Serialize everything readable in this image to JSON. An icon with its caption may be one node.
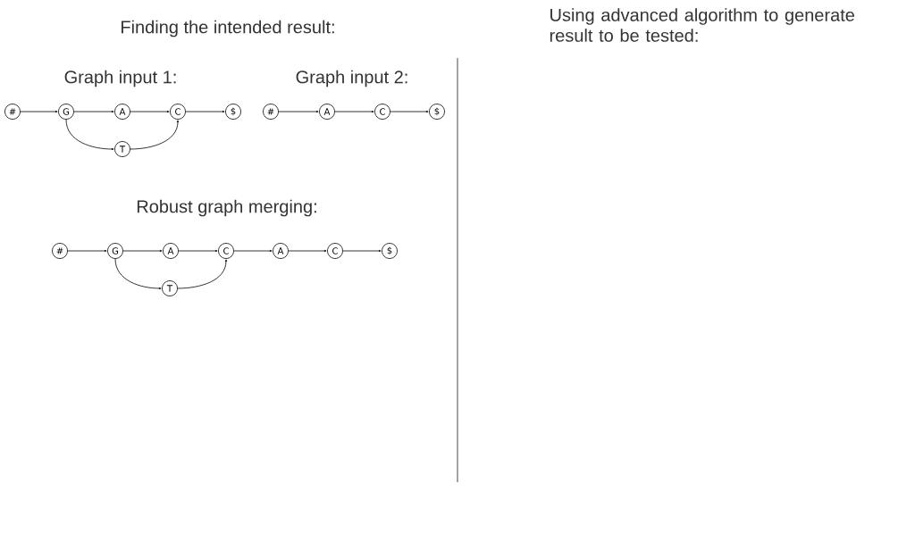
{
  "diagram": {
    "nodes": [
      {
        "text": [
          "#"
        ]
      },
      {
        "text": [
          "G"
        ]
      },
      {
        "text": [
          "A"
        ]
      },
      {
        "text": [
          "C"
        ]
      },
      {
        "text": [
          "$"
        ]
      },
      {
        "text": [
          "T"
        ]
      },
      {
        "text": [
          "#"
        ]
      },
      {
        "text": [
          "A"
        ]
      },
      {
        "text": [
          "C"
        ]
      },
      {
        "text": [
          "$"
        ]
      },
      {
        "text": [
          "#"
        ]
      },
      {
        "text": [
          "G"
        ]
      },
      {
        "text": [
          "A"
        ]
      },
      {
        "text": [
          "C"
        ]
      },
      {
        "text": [
          "A"
        ]
      },
      {
        "text": [
          "C"
        ]
      },
      {
        "text": [
          "$"
        ]
      },
      {
        "text": [
          "T"
        ]
      }
    ],
    "edges": [
      {
        "from": 0,
        "to": 1,
        "arrow": "to"
      },
      {
        "from": 1,
        "to": 2,
        "arrow": "to"
      },
      {
        "from": 2,
        "to": 3,
        "arrow": "to"
      },
      {
        "from": 3,
        "to": 4,
        "arrow": "to"
      },
      {
        "from": 1,
        "to": 5,
        "arrow": "to"
      },
      {
        "from": 5,
        "to": 3,
        "arrow": "to"
      },
      {
        "from": 6,
        "to": 7,
        "arrow": "to"
      },
      {
        "from": 7,
        "to": 8,
        "arrow": "to"
      },
      {
        "from": 8,
        "to": 9,
        "arrow": "to"
      },
      {
        "from": 10,
        "to": 11,
        "arrow": "to"
      },
      {
        "from": 11,
        "to": 12,
        "arrow": "to"
      },
      {
        "from": 12,
        "to": 13,
        "arrow": "to"
      },
      {
        "from": 13,
        "to": 14,
        "arrow": "to"
      },
      {
        "from": 14,
        "to": 15,
        "arrow": "to"
      },
      {
        "from": 15,
        "to": 16,
        "arrow": "to"
      },
      {
        "from": 11,
        "to": 17,
        "arrow": "to"
      },
      {
        "from": 17,
        "to": 13,
        "arrow": "to"
      }
    ],
    "labels": [
      "Finding the intended result:",
      "Using advanced algorithm to generate result to be tested:",
      "Graph input 1:",
      "Graph input 2:",
      "Robust graph merging:"
    ]
  }
}
